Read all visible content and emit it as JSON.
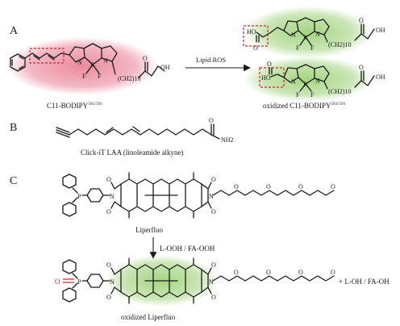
{
  "panels": {
    "a": {
      "letter": "A"
    },
    "b": {
      "letter": "B"
    },
    "c": {
      "letter": "C"
    }
  },
  "panel_a": {
    "probe_label": "C11-BODIPY",
    "probe_sup": "581/591",
    "arrow_label": "Lipid ROS",
    "product_label": "oxidized C11-BODIPY",
    "product_sup": "581/591",
    "chain": "(CH2)10",
    "atoms": {
      "N": "N",
      "B": "B",
      "F": "F",
      "O": "O",
      "OH": "OH",
      "HO": "HO"
    }
  },
  "panel_b": {
    "label": "Click-iT LAA (linoleamide alkyne)",
    "nh2": "NH2"
  },
  "panel_c": {
    "probe_label": "Liperfluo",
    "arrow_label": "L-OOH / FA-OOH",
    "product_label": "oxidized Liperfluo",
    "byproduct": "+ L-OH / FA-OH",
    "atoms": {
      "P": "P",
      "O": "O",
      "N": "N"
    }
  },
  "colors": {
    "probe_highlight": "#e87e92",
    "product_highlight": "#9fd27a",
    "oxidation_box": "#d6262c",
    "oxygen_red": "#d6262c"
  }
}
